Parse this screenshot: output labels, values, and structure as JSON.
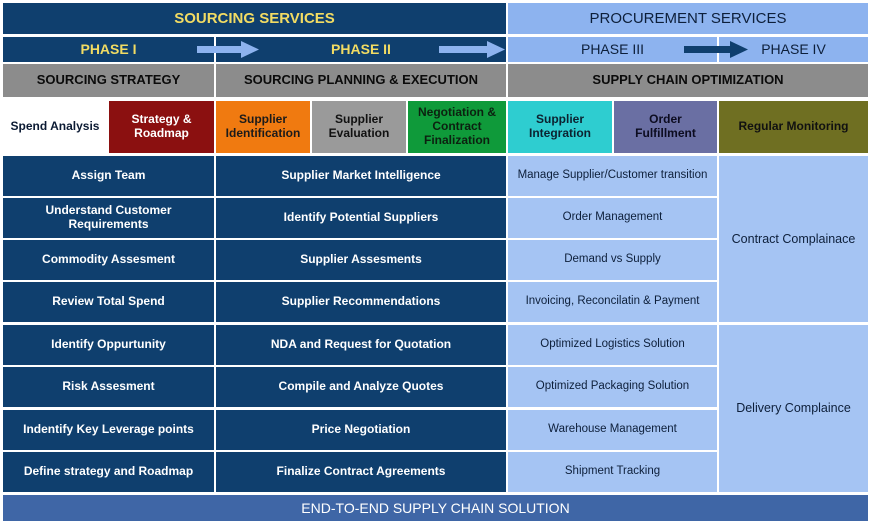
{
  "header": {
    "sourcing_services": "SOURCING SERVICES",
    "procurement_services": "PROCUREMENT SERVICES"
  },
  "phases": [
    "PHASE I",
    "PHASE II",
    "PHASE III",
    "PHASE IV"
  ],
  "sections": {
    "sourcing_strategy": "SOURCING STRATEGY",
    "sourcing_planning": "SOURCING PLANNING & EXECUTION",
    "supply_chain_optimization": "SUPPLY CHAIN OPTIMIZATION"
  },
  "stages": [
    {
      "label": "Spend Analysis",
      "bg": "#ffffff",
      "fg": "#0b1a33"
    },
    {
      "label": "Strategy & Roadmap",
      "bg": "#8b1010",
      "fg": "#ffffff"
    },
    {
      "label": "Supplier Identification",
      "bg": "#f07a10",
      "fg": "#1b1b1b"
    },
    {
      "label": "Supplier Evaluation",
      "bg": "#9a9a9a",
      "fg": "#111111"
    },
    {
      "label": "Negotiation & Contract Finalization",
      "bg": "#0f9a3a",
      "fg": "#0c2110"
    },
    {
      "label": "Supplier Integration",
      "bg": "#2ecdd0",
      "fg": "#0c2230"
    },
    {
      "label": "Order Fulfillment",
      "bg": "#6a6fa3",
      "fg": "#0c0c20"
    },
    {
      "label": "Regular Monitoring",
      "bg": "#6f6f22",
      "fg": "#111111"
    }
  ],
  "col1": [
    "Assign Team",
    "Understand Customer Requirements",
    "Commodity Assesment",
    "Review Total Spend",
    "Identify Oppurtunity",
    "Risk Assesment",
    "Indentify Key Leverage points",
    "Define strategy and Roadmap"
  ],
  "col2": [
    "Supplier Market Intelligence",
    "Identify Potential Suppliers",
    "Supplier Assesments",
    "Supplier Recommendations",
    "NDA and Request for Quotation",
    "Compile and Analyze Quotes",
    "Price Negotiation",
    "Finalize Contract Agreements"
  ],
  "col3": [
    "Manage Supplier/Customer transition",
    "Order Management",
    "Demand vs Supply",
    "Invoicing, Reconcilatin & Payment",
    "Optimized Logistics Solution",
    "Optimized Packaging Solution",
    "Warehouse Management",
    "Shipment Tracking"
  ],
  "col4": [
    "Contract Complainace",
    "Delivery Complaince"
  ],
  "footer": "END-TO-END SUPPLY CHAIN SOLUTION",
  "colors": {
    "navy": "#0f3f6e",
    "light_blue": "#8db3ef",
    "gray": "#8c8c8c",
    "header_text": "#f2dc63"
  }
}
